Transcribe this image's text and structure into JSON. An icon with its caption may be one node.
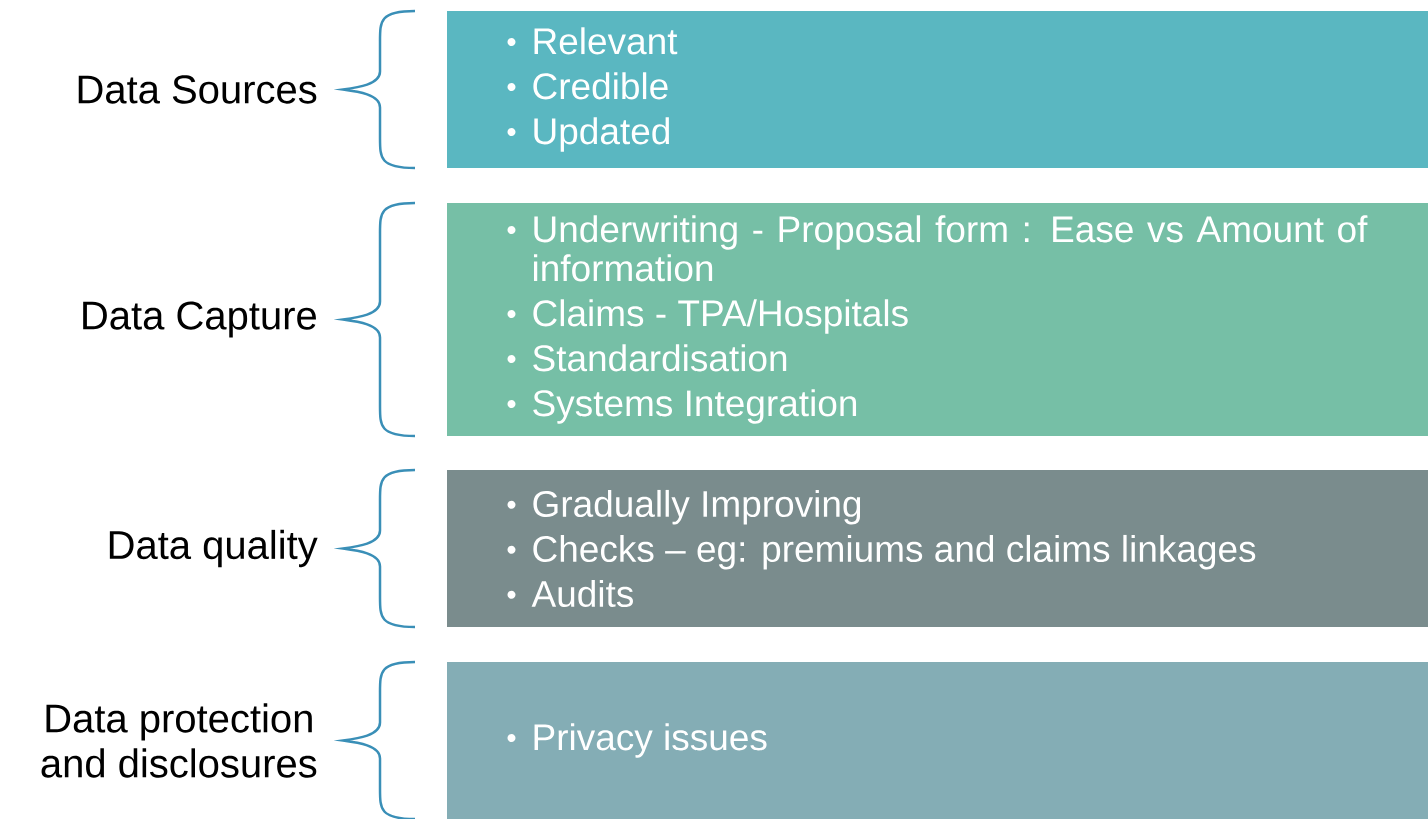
{
  "diagram": {
    "nodes": [
      {
        "text": [
          "Relevant",
          "Credible",
          "Updated"
        ],
        "beside": [
          "Data Sources"
        ]
      },
      {
        "text": [
          "Underwriting - Proposal form : Ease vs Amount of information",
          "Claims - TPA/Hospitals",
          "Standardisation",
          "Systems Integration"
        ],
        "beside": [
          "Data Capture"
        ]
      },
      {
        "text": [
          "Gradually Improving",
          "Checks – eg: premiums and claims linkages",
          "Audits"
        ],
        "beside": [
          "Data quality"
        ]
      },
      {
        "text": [
          "Privacy issues"
        ],
        "beside": [
          "Data protection and disclosures"
        ]
      }
    ]
  }
}
